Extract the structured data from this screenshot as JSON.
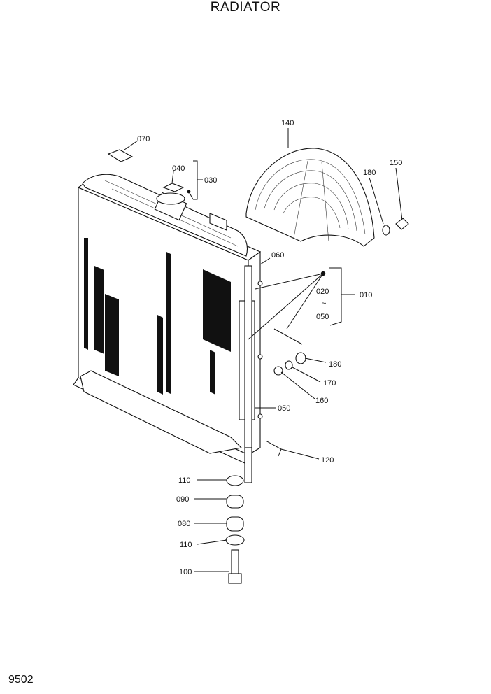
{
  "title": "RADIATOR",
  "page_code": "9502",
  "callouts": {
    "c070": "070",
    "c040": "040",
    "c030": "030",
    "c140": "140",
    "c180_top": "180",
    "c150": "150",
    "c060": "060",
    "c020": "020",
    "c050_range": "050",
    "c010": "010",
    "c180_mid": "180",
    "c170": "170",
    "c160": "160",
    "c050": "050",
    "c120": "120",
    "c110_top": "110",
    "c090": "090",
    "c080": "080",
    "c110_bottom": "110",
    "c100": "100",
    "range_sep": "~"
  }
}
